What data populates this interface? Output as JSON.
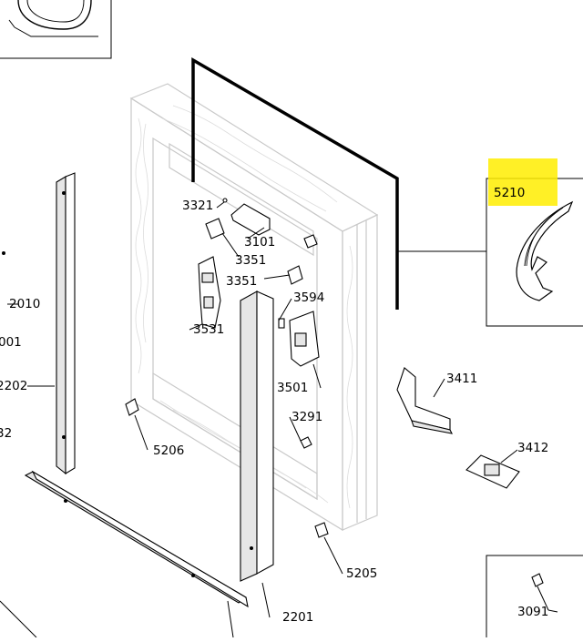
{
  "highlight_color": "#ffed00",
  "labels": {
    "l3321": "3321",
    "l3101": "3101",
    "l3351a": "3351",
    "l3351b": "3351",
    "l3594": "3594",
    "l3531": "3531",
    "l3501": "3501",
    "l3411": "3411",
    "l3412": "3412",
    "l3291": "3291",
    "l5206": "5206",
    "l5205": "5205",
    "l2201": "2201",
    "l3091": "3091",
    "l5210": "5210",
    "l2010": "2010",
    "l2202": "2202",
    "l001": "001",
    "l32": "32"
  }
}
